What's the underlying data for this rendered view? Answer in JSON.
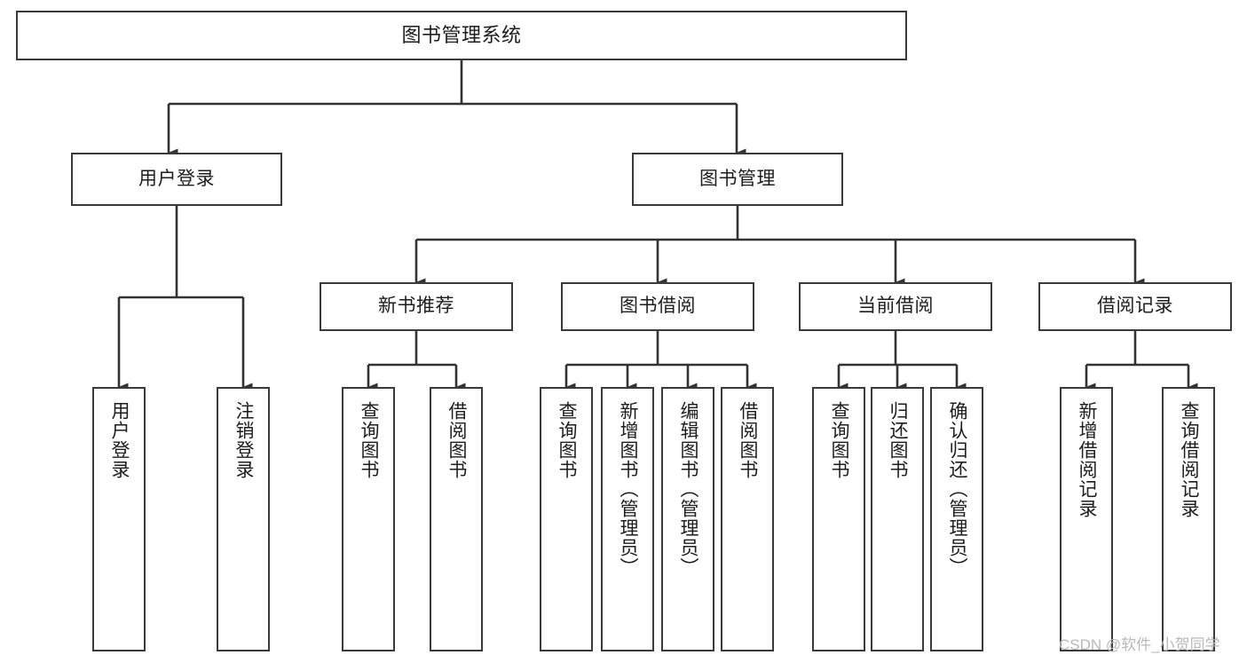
{
  "diagram": {
    "title": "图书管理系统",
    "type": "tree-hierarchy",
    "orientation": "top-down",
    "colors": {
      "node_border": "#3a3a3a",
      "node_fill": "#ffffff",
      "edge": "#333333",
      "text": "#1d1d1d",
      "watermark": "#b9b9b9",
      "background": "#ffffff"
    }
  },
  "root": {
    "label": "图书管理系统"
  },
  "level1": [
    {
      "label": "用户登录"
    },
    {
      "label": "图书管理"
    }
  ],
  "level2": [
    {
      "label": "新书推荐"
    },
    {
      "label": "图书借阅"
    },
    {
      "label": "当前借阅"
    },
    {
      "label": "借阅记录"
    }
  ],
  "leaves": {
    "user_login": [
      {
        "label": "用户登录"
      },
      {
        "label": "注销登录"
      }
    ],
    "new_book": [
      {
        "label": "查询图书"
      },
      {
        "label": "借阅图书"
      }
    ],
    "book_borrow": [
      {
        "label": "查询图书"
      },
      {
        "label": "新增图书（管理员）"
      },
      {
        "label": "编辑图书（管理员）"
      },
      {
        "label": "借阅图书"
      }
    ],
    "current_borrow": [
      {
        "label": "查询图书"
      },
      {
        "label": "归还图书"
      },
      {
        "label": "确认归还（管理员）"
      }
    ],
    "borrow_record": [
      {
        "label": "新增借阅记录"
      },
      {
        "label": "查询借阅记录"
      }
    ]
  },
  "watermark": {
    "text": "CSDN @软件_小贺同学"
  }
}
